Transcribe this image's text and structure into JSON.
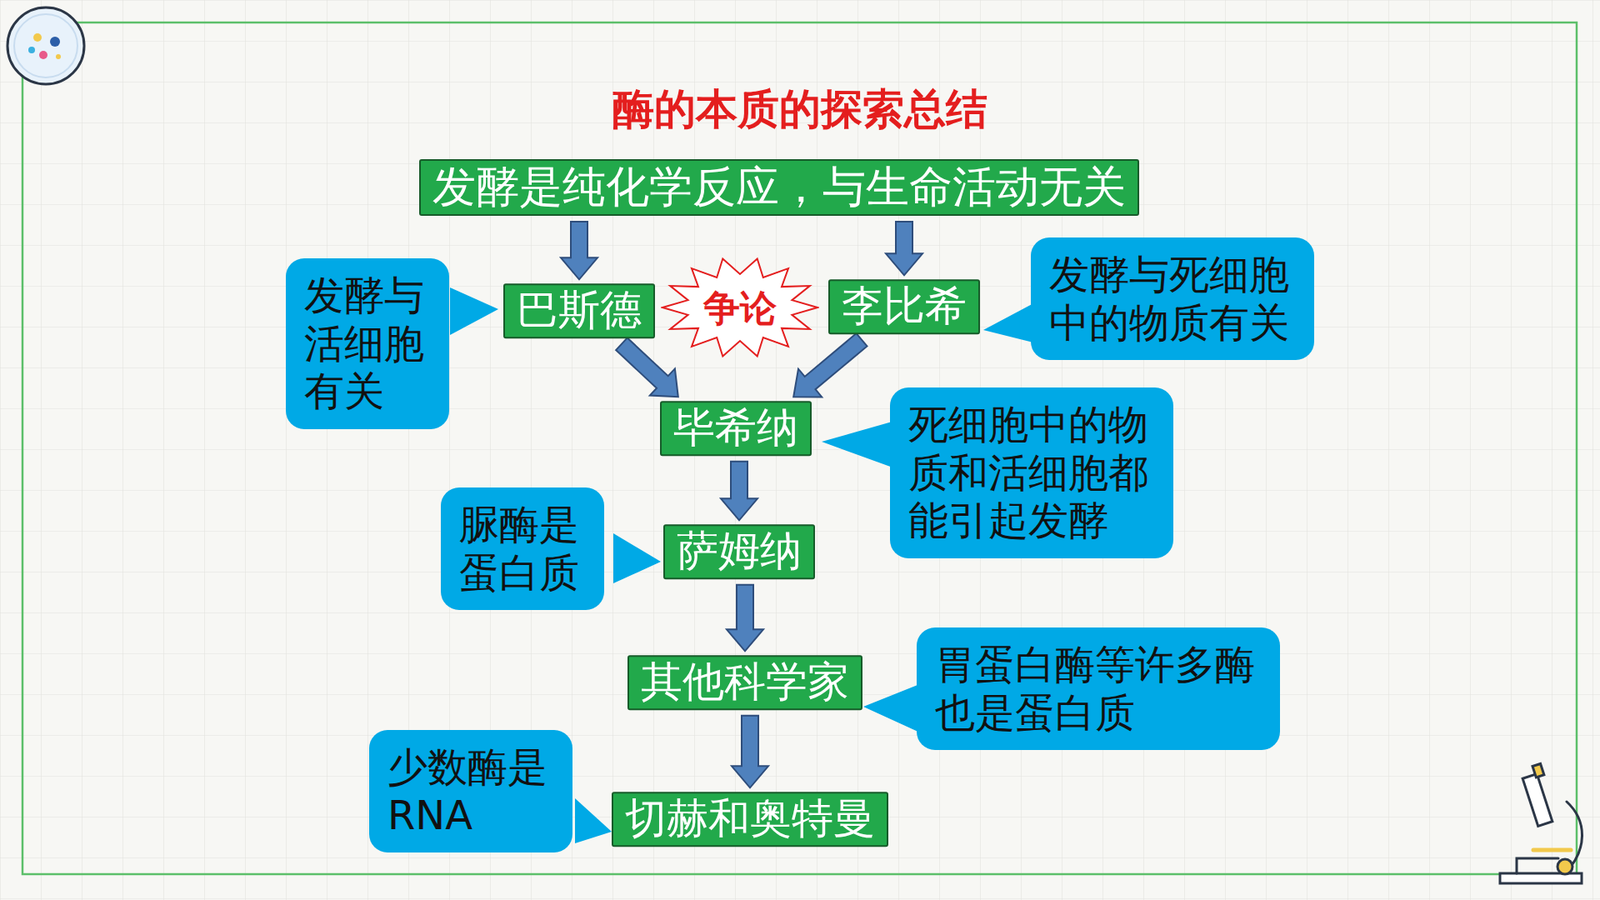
{
  "diagram": {
    "title": "酶的本质的探索总结",
    "nodes": [
      {
        "text": [
          "发酵是纯化学反应，与生命活动无关"
        ]
      },
      {
        "text": [
          "发酵与活细胞有关"
        ]
      },
      {
        "text": [
          "巴斯德"
        ]
      },
      {
        "text": [
          "争论"
        ]
      },
      {
        "text": [
          "李比希"
        ]
      },
      {
        "text": [
          "发酵与死细胞中的物质有关"
        ]
      },
      {
        "text": [
          "毕希纳"
        ]
      },
      {
        "text": [
          "死细胞中的物质和活细胞都能引起发酵"
        ]
      },
      {
        "text": [
          "脲酶是蛋白质"
        ]
      },
      {
        "text": [
          "萨姆纳"
        ]
      },
      {
        "text": [
          "其他科学家"
        ]
      },
      {
        "text": [
          "胃蛋白酶等许多酶也是蛋白质"
        ]
      },
      {
        "text": [
          "少数酶是RNA"
        ]
      },
      {
        "text": [
          "切赫和奥特曼"
        ]
      }
    ],
    "edges": [
      {
        "from": 0,
        "to": 2,
        "arrow": "to"
      },
      {
        "from": 0,
        "to": 4,
        "arrow": "to"
      },
      {
        "from": 2,
        "to": 6,
        "arrow": "to"
      },
      {
        "from": 4,
        "to": 6,
        "arrow": "to"
      },
      {
        "from": 6,
        "to": 9,
        "arrow": "to"
      },
      {
        "from": 9,
        "to": 10,
        "arrow": "to"
      },
      {
        "from": 10,
        "to": 13,
        "arrow": "to"
      }
    ]
  }
}
